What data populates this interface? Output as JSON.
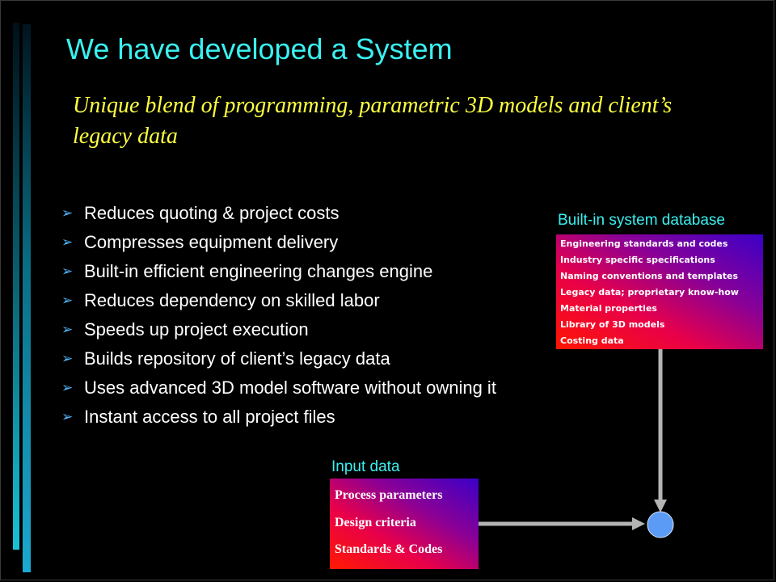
{
  "slide": {
    "title": "We have developed  a System",
    "subtitle": "Unique blend of programming, parametric 3D models and client’s legacy data",
    "bullet_icon": "arrow-bullet-icon",
    "bullets": [
      "Reduces quoting & project costs",
      "Compresses equipment delivery",
      "Built-in efficient engineering changes engine",
      "Reduces dependency on skilled labor",
      "Speeds up project execution",
      "Builds repository of client’s legacy data",
      "Uses advanced 3D model software without owning it",
      "Instant access to all project files"
    ]
  },
  "database": {
    "label": "Built-in system  database",
    "items": [
      "Engineering  standards and codes",
      "Industry specific  specifications",
      "Naming  conventions and templates",
      "Legacy data; proprietary know-how",
      "Material properties",
      "Library of 3D models",
      "Costing data"
    ]
  },
  "input": {
    "label": "Input data",
    "items": [
      "Process parameters",
      "Design criteria",
      "Standards & Codes"
    ]
  },
  "colors": {
    "title": "#3bf0f0",
    "subtitle": "#ffff40",
    "bullet_arrow": "#52b8ff",
    "connector": "#b4b4b4",
    "node": "#5b9bf5"
  }
}
